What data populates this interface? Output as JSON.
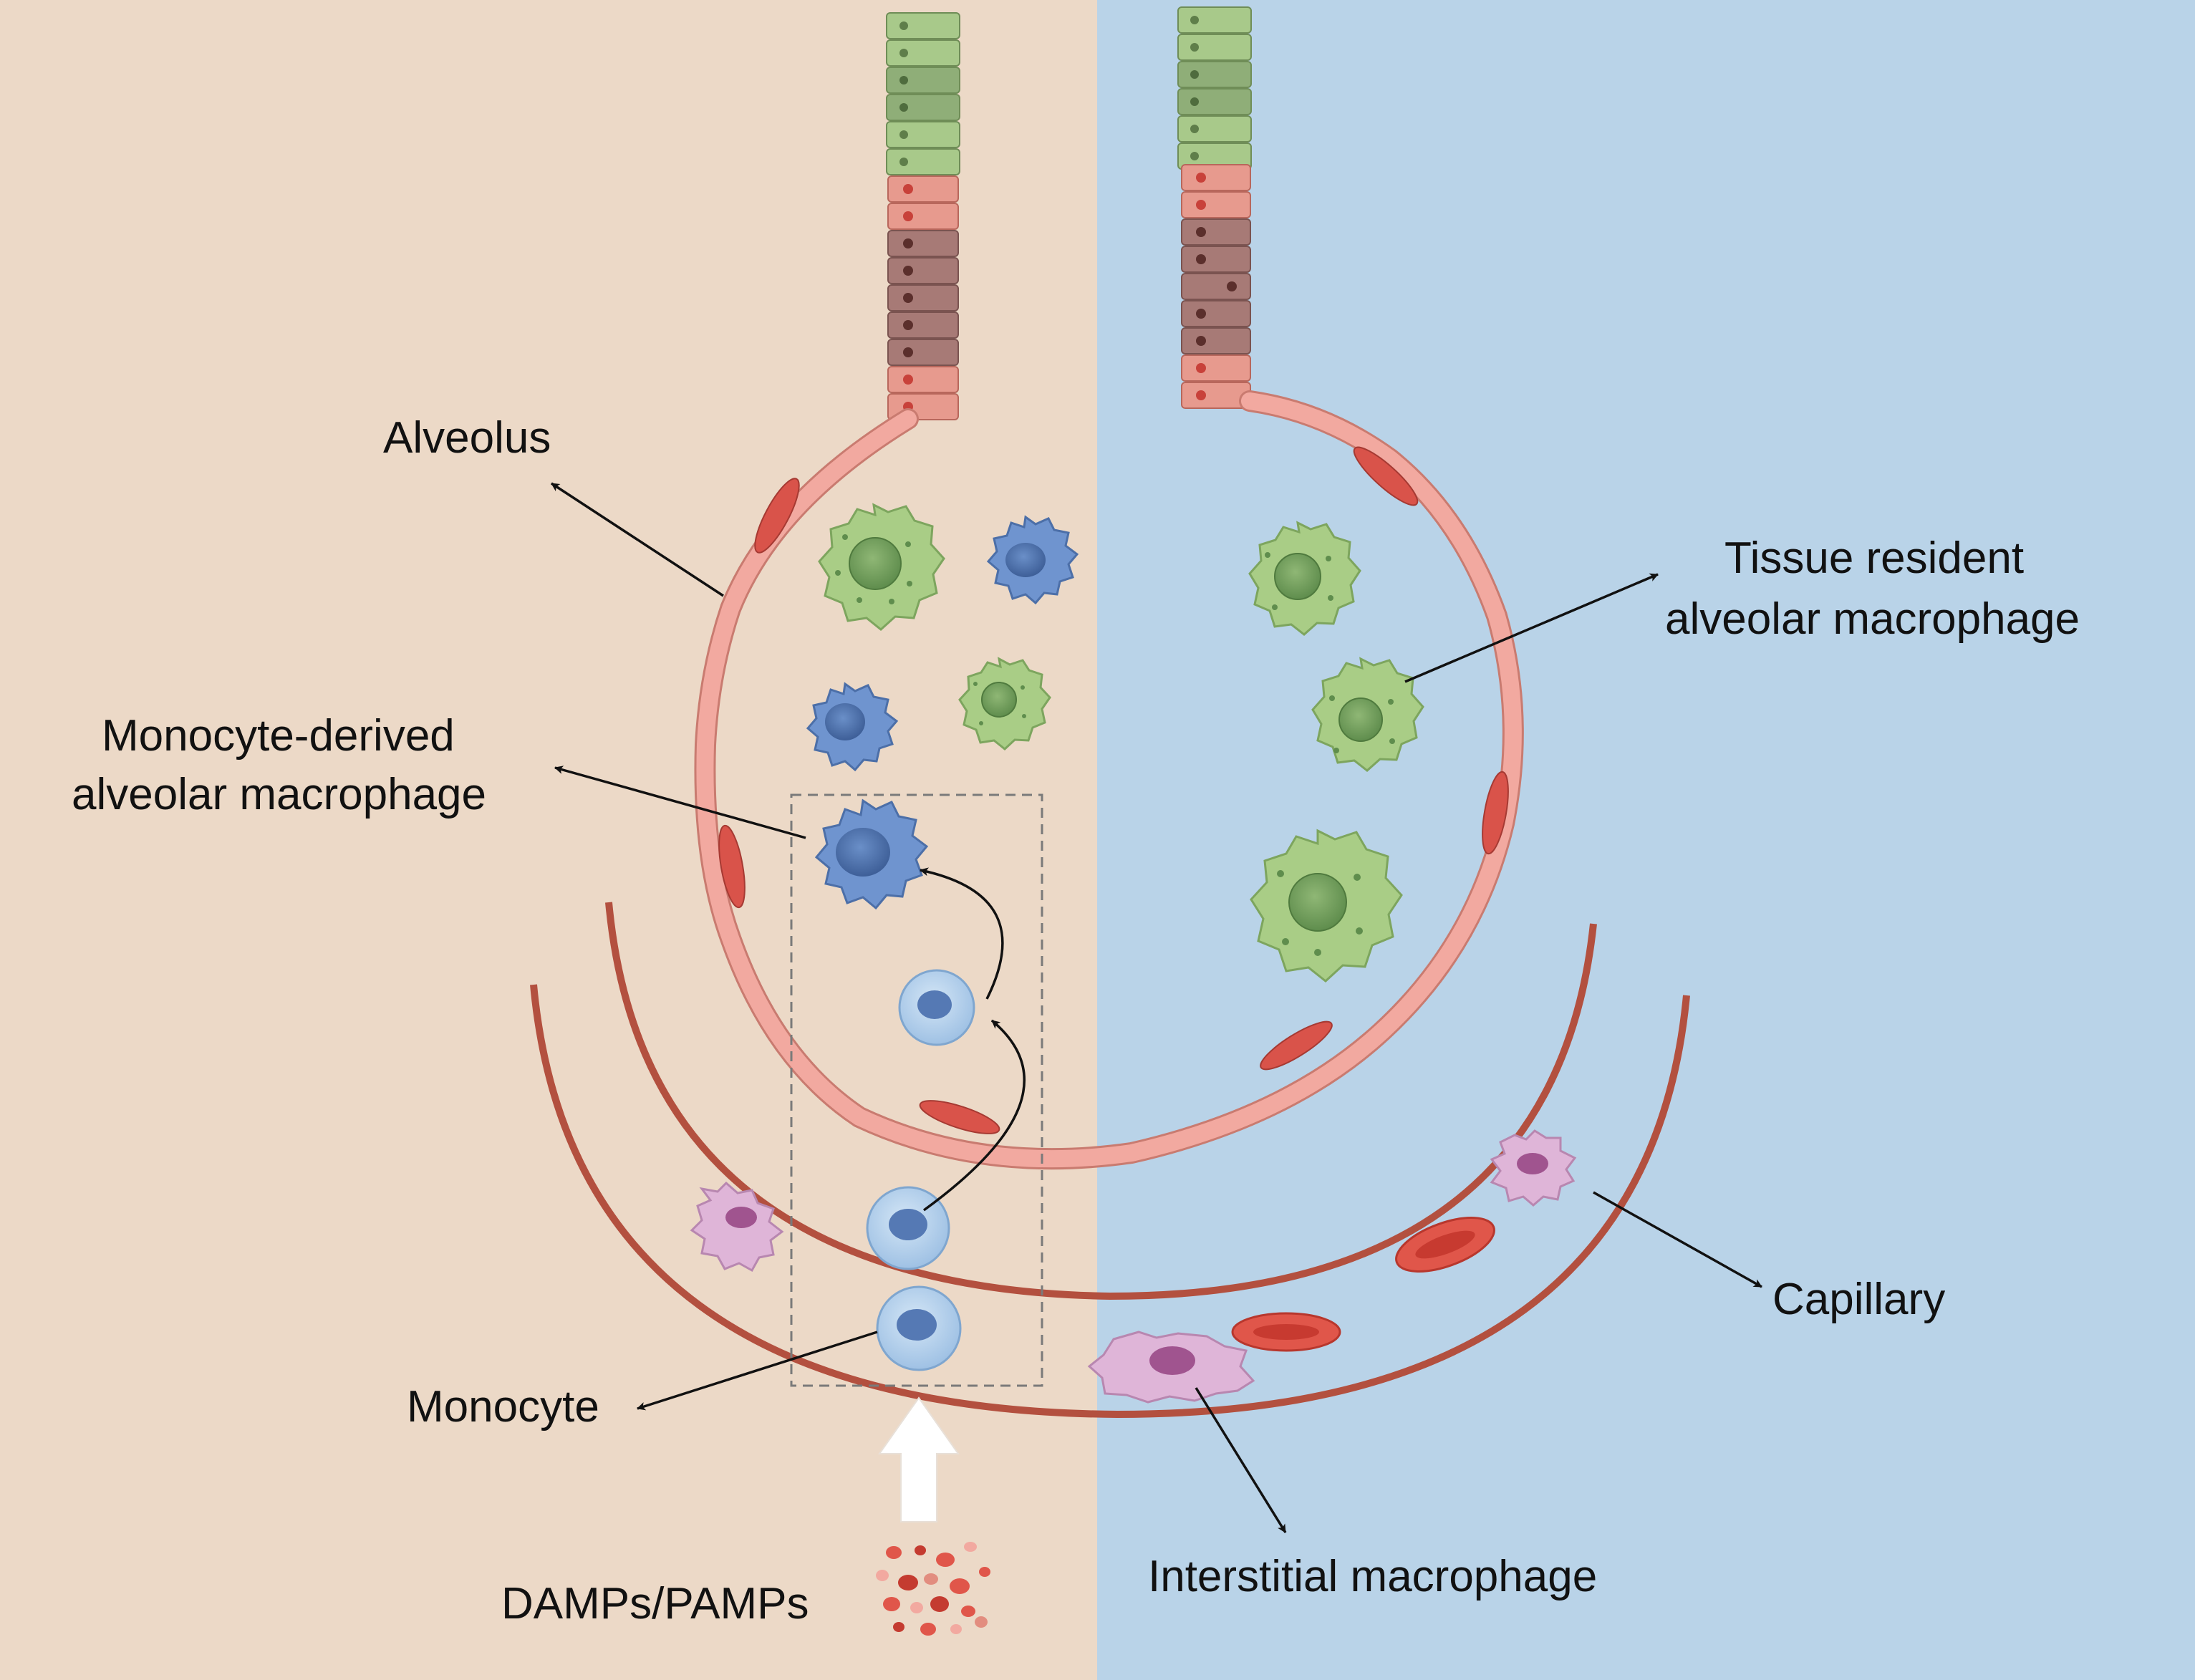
{
  "labels": {
    "alveolus": "Alveolus",
    "mono_derived_line1": "Monocyte-derived",
    "mono_derived_line2": "alveolar macrophage",
    "monocyte": "Monocyte",
    "damps": "DAMPs/PAMPs",
    "tissue_resident_line1": "Tissue resident",
    "tissue_resident_line2": "alveolar macrophage",
    "capillary": "Capillary",
    "interstitial": "Interstitial macrophage"
  },
  "colors": {
    "left_panel": "#ecd9c7",
    "right_panel": "#b9d3e8",
    "alveolar_wall": "#f2a9a0",
    "wall_nucleus": "#d9534a",
    "capillary": "#b3503f",
    "green_macrophage": "#a9cd86",
    "blue_macrophage": "#6f94cf",
    "monocyte": "#a8c8e8",
    "interstitial_macrophage": "#dfb5d8",
    "red_blood_cell": "#e0564a",
    "ciliated_cell": "#a8c98a",
    "epithelial_cell": "#e79a8e",
    "goblet_cell": "#a77a76"
  }
}
